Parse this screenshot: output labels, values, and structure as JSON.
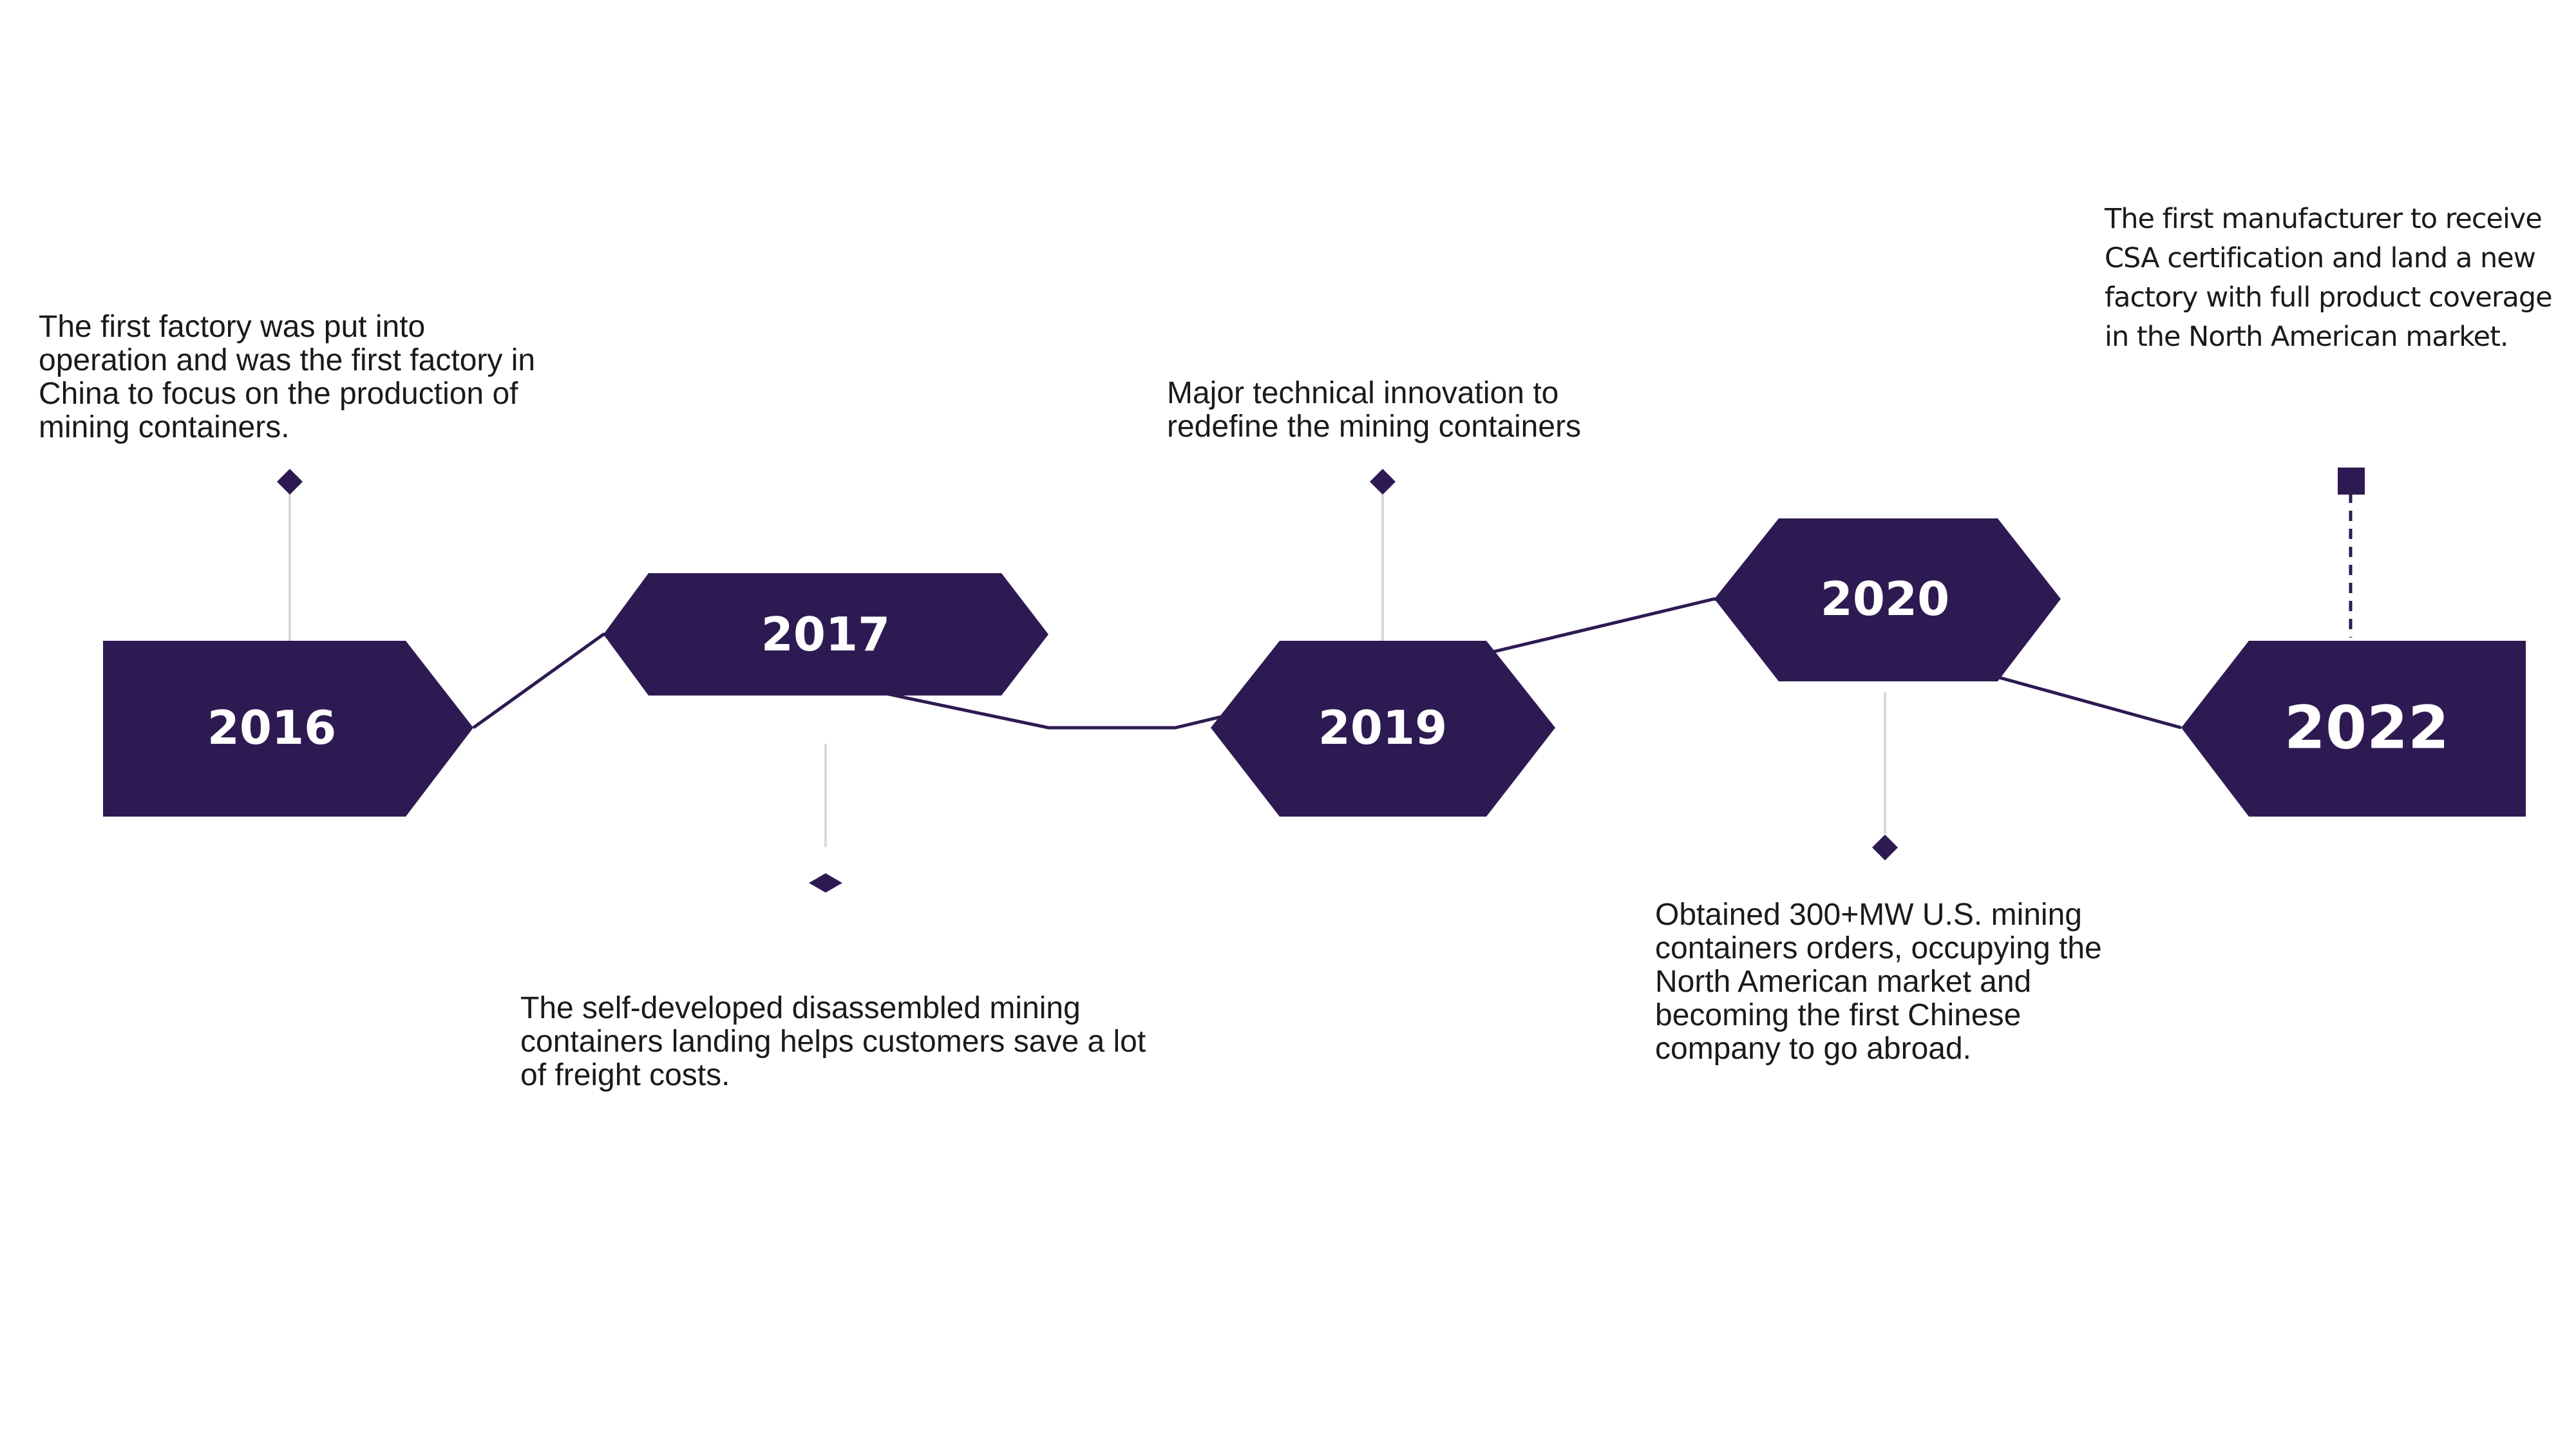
{
  "colors": {
    "accent": "#2e1a52",
    "connector": "#d9d9d9",
    "text": "#1a1a1a",
    "background": "#ffffff"
  },
  "timeline": {
    "events": [
      {
        "id": "2016",
        "year": "2016",
        "marker": "diamond-icon",
        "description": "The first factory was put into operation and was the first factory in China to focus on the production of mining containers."
      },
      {
        "id": "2017",
        "year": "2017",
        "marker": "diamond-icon",
        "description": "The self-developed disassembled mining containers landing helps customers save a lot of freight costs."
      },
      {
        "id": "2019",
        "year": "2019",
        "marker": "diamond-icon",
        "description": "Major technical innovation to redefine the mining containers"
      },
      {
        "id": "2020",
        "year": "2020",
        "marker": "diamond-icon",
        "description": "Obtained 300+MW U.S. mining containers orders, occupying the North American market and becoming the first Chinese company to go abroad."
      },
      {
        "id": "2022",
        "year": "2022",
        "marker": "square-icon",
        "description": "The first manufacturer to receive CSA certification and land a new factory with full product coverage in the North American market."
      }
    ]
  }
}
